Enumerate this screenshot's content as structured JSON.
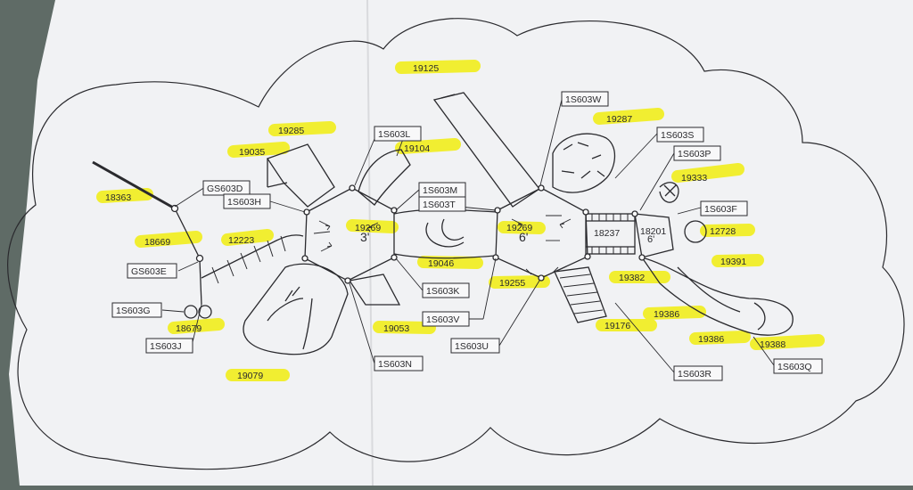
{
  "colors": {
    "paper": "#f1f2f4",
    "ink": "#2a2a2e",
    "highlight": "#f2ee1c",
    "background": "#5f6b66"
  },
  "boxed_labels": {
    "s603w": "1S603W",
    "s603l": "1S603L",
    "s603s": "1S603S",
    "s603p": "1S603P",
    "gs603d": "GS603D",
    "s603h": "1S603H",
    "s603m": "1S603M",
    "s603t": "1S603T",
    "s603f": "1S603F",
    "gs603e": "GS603E",
    "s603k": "1S603K",
    "s603g": "1S603G",
    "s603v": "1S603V",
    "s603u": "1S603U",
    "s603j": "1S603J",
    "s603n": "1S603N",
    "s603r": "1S603R",
    "s603q": "1S603Q"
  },
  "part_numbers": {
    "p19125": "19125",
    "p19287": "19287",
    "p19285": "19285",
    "p19035": "19035",
    "p19104": "19104",
    "p19333": "19333",
    "p18363": "18363",
    "p19269a": "19269",
    "p19269b": "19269",
    "p18237": "18237",
    "p18201": "18201",
    "p12728": "12728",
    "p18669": "18669",
    "p12223": "12223",
    "p19046": "19046",
    "p19391": "19391",
    "p19382": "19382",
    "p19255": "19255",
    "p19386a": "19386",
    "p18679": "18679",
    "p19053": "19053",
    "p19176": "19176",
    "p19386b": "19386",
    "p19388": "19388",
    "p19079": "19079"
  },
  "deck_numbers": {
    "d3": "3'",
    "d6a": "6'",
    "d6b": "6'"
  }
}
